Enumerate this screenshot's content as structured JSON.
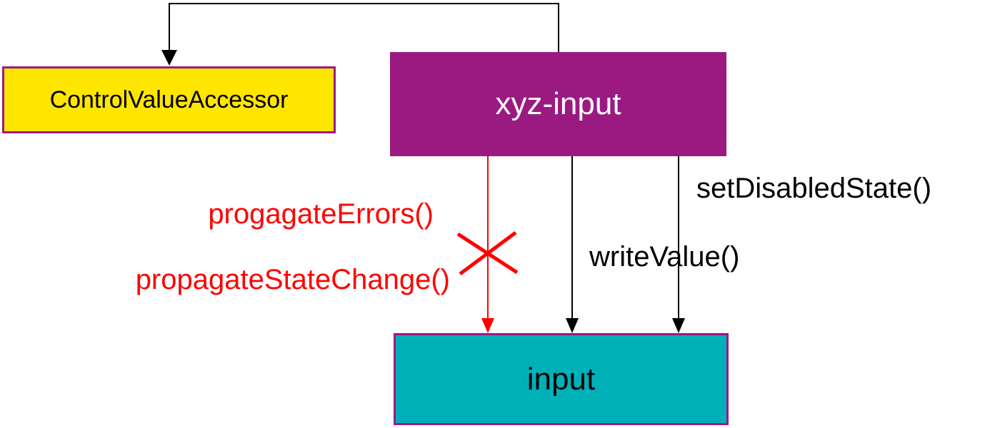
{
  "diagram": {
    "nodes": {
      "control_value_accessor": {
        "label": "ControlValueAccessor",
        "fill": "#ffe600",
        "border": "#9b1a8a"
      },
      "xyz_input": {
        "label": "xyz-input",
        "fill": "#9b1a82",
        "text_color": "#ffffff"
      },
      "input": {
        "label": "input",
        "fill": "#00b0b9",
        "border": "#9b1a8a"
      }
    },
    "edges": {
      "implements": {
        "from": "xyz-input",
        "to": "ControlValueAccessor",
        "color": "#000000"
      },
      "propagation": {
        "from": "xyz-input",
        "to": "input",
        "color": "#ff0000",
        "blocked": true
      },
      "write_value": {
        "from": "xyz-input",
        "to": "input",
        "label": "writeValue()",
        "color": "#000000"
      },
      "set_disabled_state": {
        "from": "xyz-input",
        "to": "input",
        "label": "setDisabledState()",
        "color": "#000000"
      }
    },
    "blocked_labels": {
      "propagate_errors": "progagateErrors()",
      "propagate_state_change": "propagateStateChange()"
    }
  }
}
